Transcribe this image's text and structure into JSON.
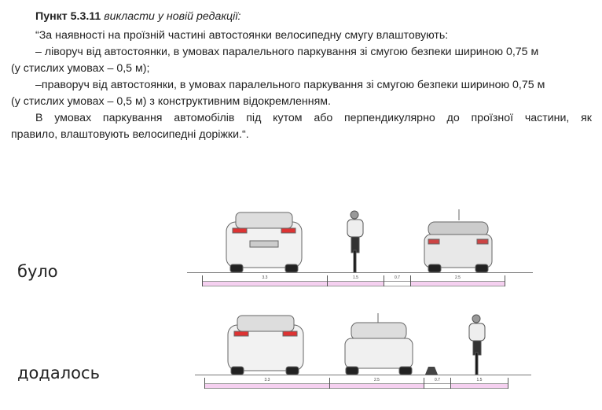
{
  "text": {
    "heading_bold": "Пункт 5.3.11",
    "heading_italic": " викласти у новій редакції:",
    "lines": [
      "“За наявності на проїзній частині автостоянки велосипедну смугу влаштовують:",
      "– ліворуч від автостоянки, в умовах паралельного паркування зі смугою безпеки шириною 0,75 м",
      "(у стислих умовах – 0,5 м);",
      "–праворуч від автостоянки, в умовах паралельного паркування зі смугою безпеки шириною 0,75 м",
      "(у стислих умовах – 0,5 м) з конструктивним відокремленням.",
      "В умовах паркування автомобілів під кутом або перпендикулярно до проїзної частини, як",
      "правило, влаштовують велосипедні доріжки.“."
    ]
  },
  "diagrams": {
    "before": {
      "label": "було",
      "segments": [
        "3.3",
        "1.5",
        "0.7",
        "2.5"
      ]
    },
    "after": {
      "label": "додалось",
      "segments": [
        "3.3",
        "2.5",
        "0.7",
        "1.5"
      ]
    }
  },
  "colors": {
    "lane": "#f5d0f0",
    "buffer": "#ffffff"
  }
}
